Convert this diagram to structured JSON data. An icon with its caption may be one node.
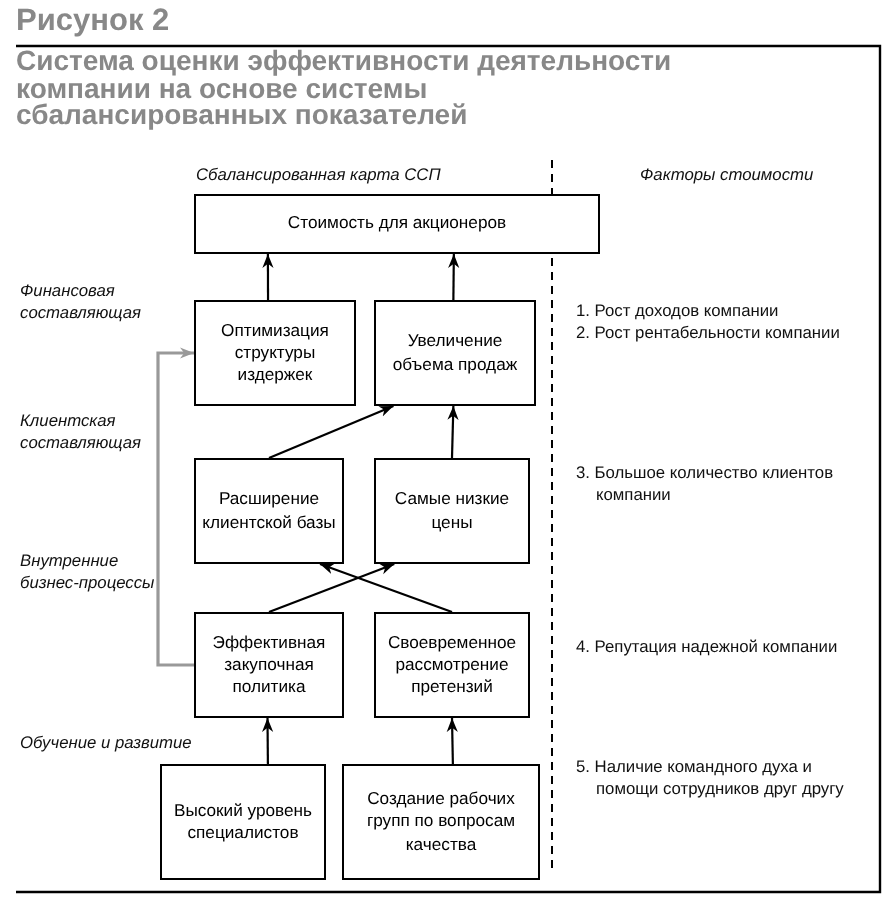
{
  "diagram": {
    "title": "Система оценки эффективности деятельности компании на основе системы сбалансированных показателей",
    "nodes": [
      {
        "text": [
          "Стоимость для акционеров"
        ]
      },
      {
        "text": [
          "Оптимизация структуры издержек"
        ]
      },
      {
        "text": [
          "Увеличение объема продаж"
        ]
      },
      {
        "text": [
          "Расширение клиентской базы"
        ]
      },
      {
        "text": [
          "Самые низкие цены"
        ]
      },
      {
        "text": [
          "Эффективная закупочная политика"
        ]
      },
      {
        "text": [
          "Своевременное рассмотрение претензий"
        ]
      },
      {
        "text": [
          "Высокий уровень специалистов"
        ]
      },
      {
        "text": [
          "Создание рабочих групп по вопросам качества"
        ]
      }
    ],
    "edges": [
      {
        "from": 1,
        "to": 0,
        "arrow": "to"
      },
      {
        "from": 2,
        "to": 0,
        "arrow": "to"
      },
      {
        "from": 3,
        "to": 2,
        "arrow": "to"
      },
      {
        "from": 4,
        "to": 2,
        "arrow": "to"
      },
      {
        "from": 5,
        "to": 4,
        "arrow": "to"
      },
      {
        "from": 6,
        "to": 3,
        "arrow": "to"
      },
      {
        "from": 5,
        "to": 1,
        "arrow": "to",
        "color": "#999999"
      },
      {
        "from": 7,
        "to": 5,
        "arrow": "to"
      },
      {
        "from": 8,
        "to": 6,
        "arrow": "to"
      }
    ],
    "labels": [
      "Рисунок 2",
      "Сбалансированная карта ССП",
      "Финансовая составляющая",
      "Клиентская составляющая",
      "Внутренние бизнес-процессы",
      "Обучение и развитие",
      "Факторы стоимости",
      "1. Рост доходов компании",
      "2. Рост рентабельности компании",
      "3. Большое количество клиентов компании",
      "4. Репутация надежной компании",
      "5. Наличие командного духа и помощи сотрудников друг другу"
    ]
  }
}
